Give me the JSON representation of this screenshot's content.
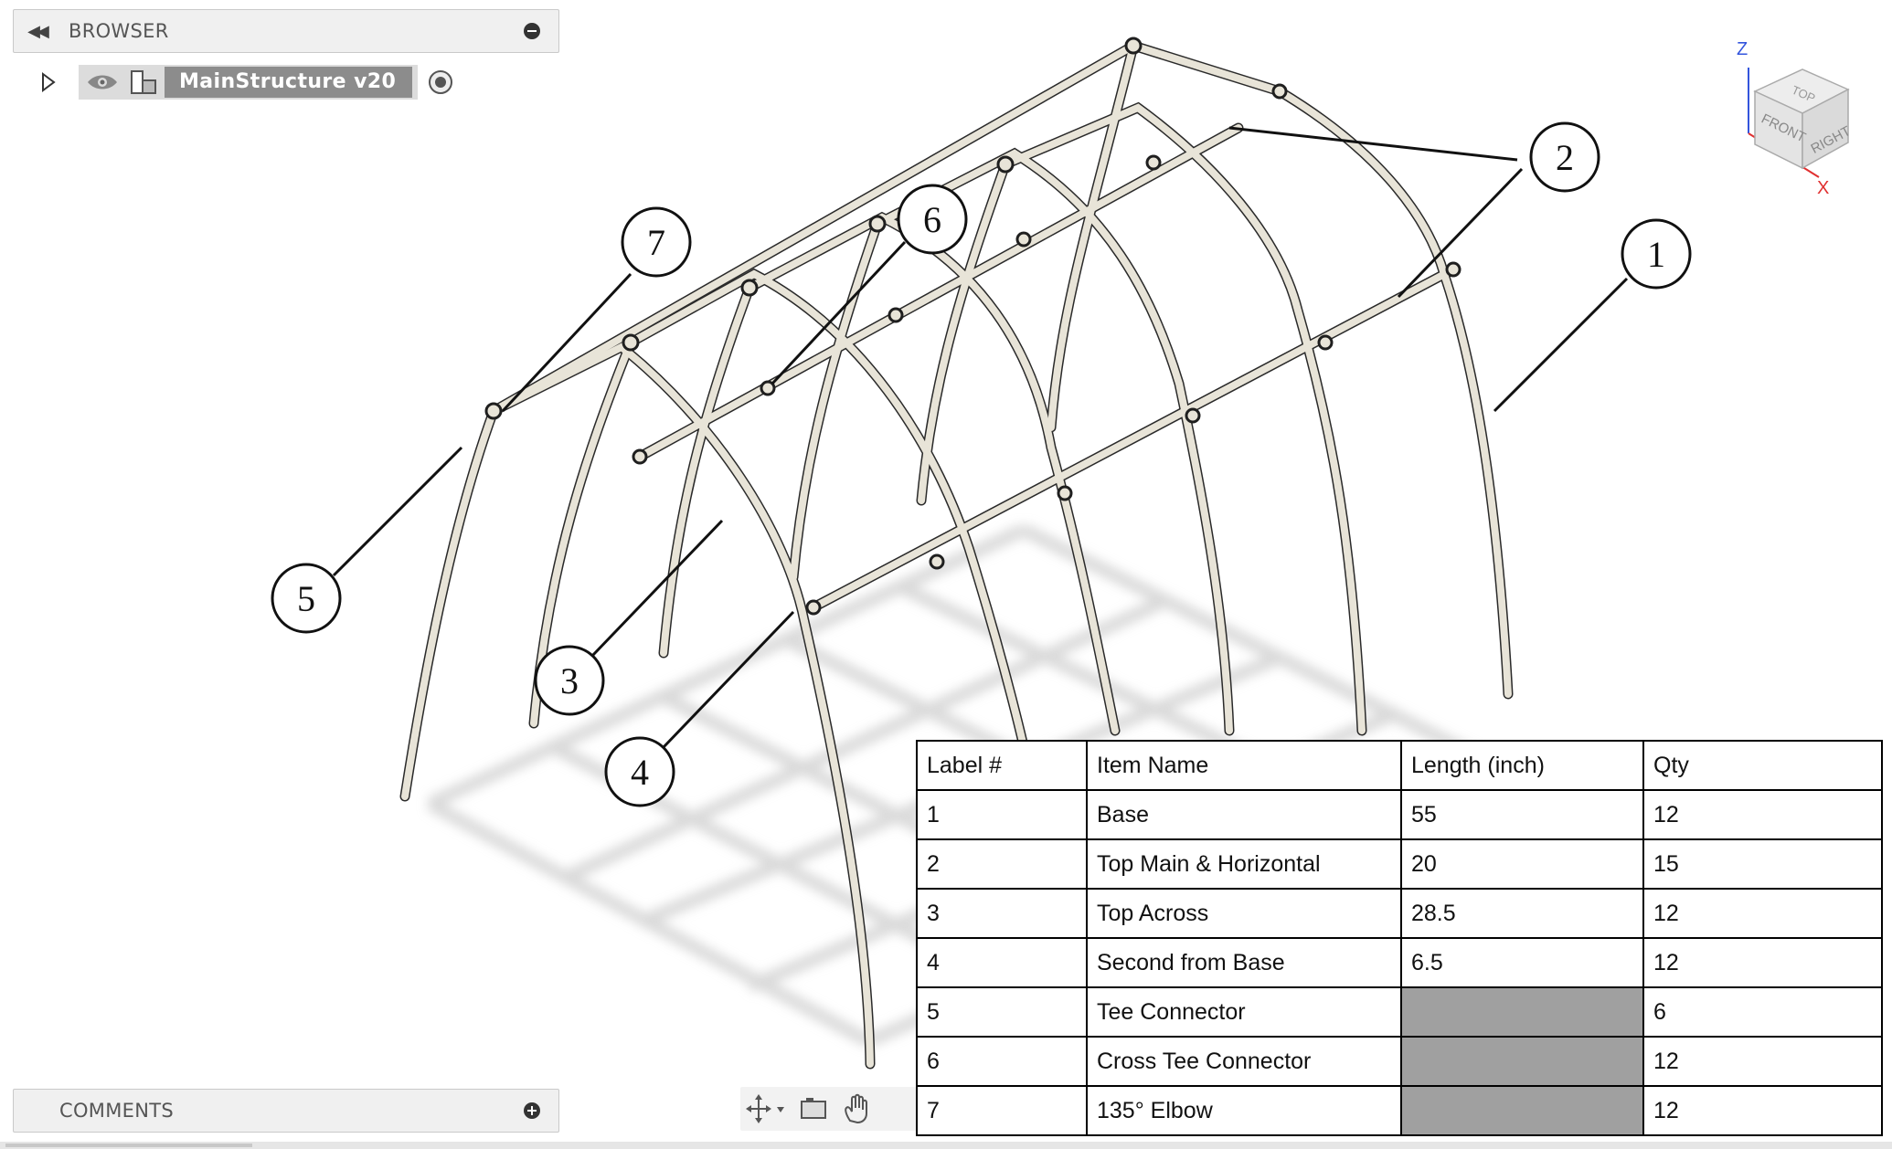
{
  "browser": {
    "title": "BROWSER",
    "component_name": "MainStructure v20"
  },
  "comments": {
    "title": "COMMENTS"
  },
  "viewcube": {
    "faces": {
      "top": "TOP",
      "front": "FRONT",
      "right": "RIGHT"
    },
    "axes": {
      "z": "Z",
      "x": "X"
    },
    "colors": {
      "z": "#3355dd",
      "x": "#e03030"
    }
  },
  "callouts": [
    "1",
    "2",
    "3",
    "4",
    "5",
    "6",
    "7"
  ],
  "parts_table": {
    "headers": [
      "Label #",
      "Item Name",
      "Length (inch)",
      "Qty"
    ],
    "rows": [
      {
        "label": "1",
        "name": "Base",
        "length": "55",
        "qty": "12"
      },
      {
        "label": "2",
        "name": "Top Main & Horizontal",
        "length": "20",
        "qty": "15"
      },
      {
        "label": "3",
        "name": "Top Across",
        "length": "28.5",
        "qty": "12"
      },
      {
        "label": "4",
        "name": "Second from Base",
        "length": "6.5",
        "qty": "12"
      },
      {
        "label": "5",
        "name": "Tee Connector",
        "length": "",
        "qty": "6"
      },
      {
        "label": "6",
        "name": "Cross Tee Connector",
        "length": "",
        "qty": "12"
      },
      {
        "label": "7",
        "name": "135° Elbow",
        "length": "",
        "qty": "12"
      }
    ]
  },
  "colors": {
    "pipe": "#e8e4d8",
    "pipe_edge": "#2a2a2a",
    "shadow": "#d9d9d9",
    "table_na": "#a0a0a0"
  },
  "icons": [
    "rewind-icon",
    "minus-icon",
    "plus-icon",
    "expand-arrow-icon",
    "eye-icon",
    "component-icon",
    "radio-target-icon",
    "orbit-icon",
    "camera-icon",
    "pan-hand-icon"
  ]
}
